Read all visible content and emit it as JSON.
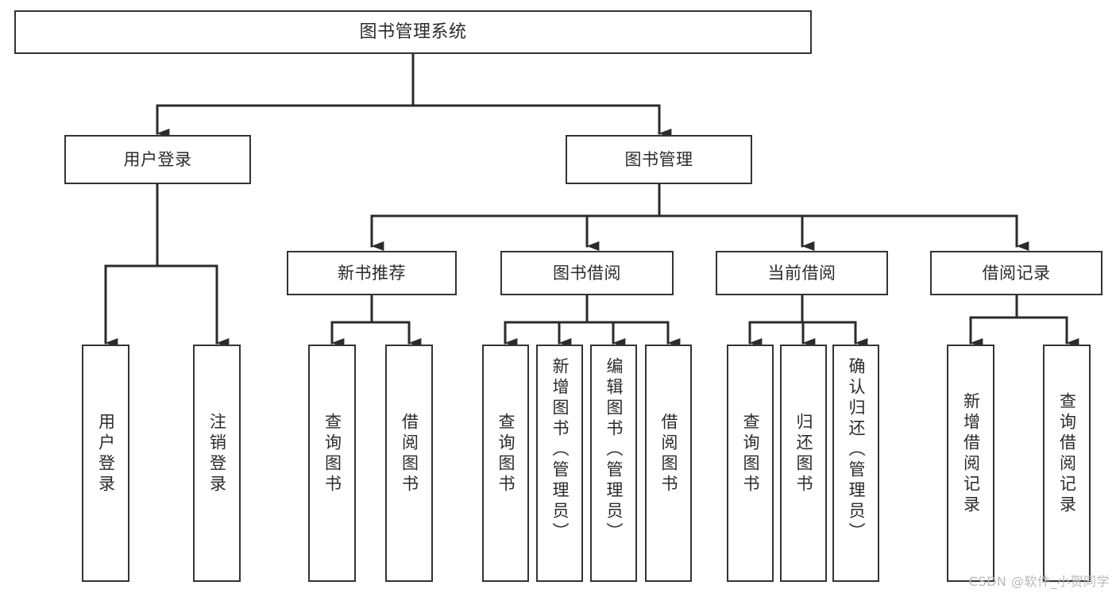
{
  "diagram": {
    "title": "图书管理系统",
    "type": "tree-hierarchy",
    "watermark": "CSDN @软件_小贺同学",
    "colors": {
      "box_border": "#343434",
      "box_fill": "#ffffff",
      "connector": "#2b2b2b",
      "text": "#2b2b2b",
      "watermark": "#b9b9b9"
    },
    "root": {
      "label": "图书管理系统"
    },
    "level2": [
      {
        "id": "user-login",
        "label": "用户登录"
      },
      {
        "id": "book-manage",
        "label": "图书管理"
      }
    ],
    "level3": [
      {
        "id": "new-book-recommend",
        "label": "新书推荐"
      },
      {
        "id": "book-borrow",
        "label": "图书借阅"
      },
      {
        "id": "current-borrow",
        "label": "当前借阅"
      },
      {
        "id": "borrow-record",
        "label": "借阅记录"
      }
    ],
    "leaves": {
      "user_login": [
        {
          "id": "leaf-user-login",
          "label": "用户登录"
        },
        {
          "id": "leaf-user-logout",
          "label": "注销登录"
        }
      ],
      "new_book_recommend": [
        {
          "id": "leaf-query-book-1",
          "label": "查询图书"
        },
        {
          "id": "leaf-borrow-book-1",
          "label": "借阅图书"
        }
      ],
      "book_borrow": [
        {
          "id": "leaf-query-book-2",
          "label": "查询图书"
        },
        {
          "id": "leaf-add-book",
          "label": "新增图书（管理员）"
        },
        {
          "id": "leaf-edit-book",
          "label": "编辑图书（管理员）"
        },
        {
          "id": "leaf-borrow-book-2",
          "label": "借阅图书"
        }
      ],
      "current_borrow": [
        {
          "id": "leaf-query-book-3",
          "label": "查询图书"
        },
        {
          "id": "leaf-return-book",
          "label": "归还图书"
        },
        {
          "id": "leaf-confirm-return",
          "label": "确认归还（管理员）"
        }
      ],
      "borrow_record": [
        {
          "id": "leaf-add-record",
          "label": "新增借阅记录"
        },
        {
          "id": "leaf-query-record",
          "label": "查询借阅记录"
        }
      ]
    }
  }
}
